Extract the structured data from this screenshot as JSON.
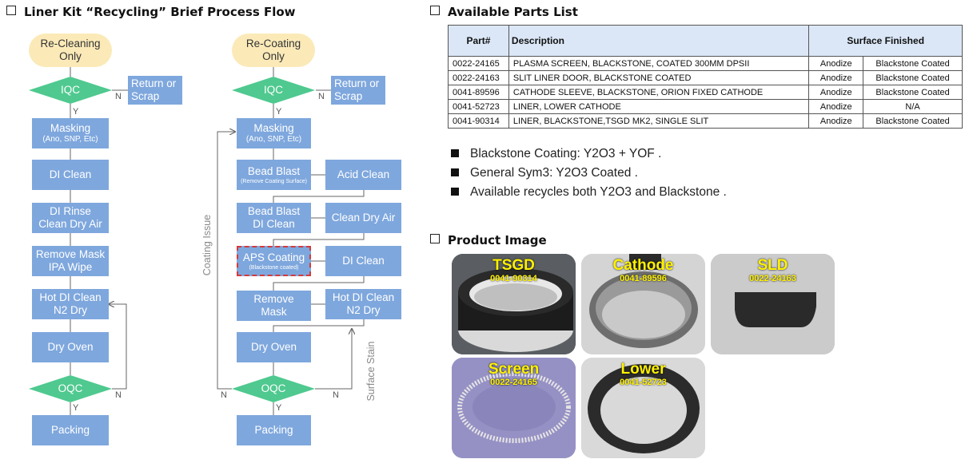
{
  "titles": {
    "flow": "Liner Kit “Recycling” Brief Process Flow",
    "parts": "Available Parts List",
    "product": "Product Image"
  },
  "flow_left": {
    "start": [
      "Re-Cleaning",
      "Only"
    ],
    "iqc": "IQC",
    "return": [
      "Return or",
      "Scrap"
    ],
    "masking": "Masking",
    "masking_sub": "(Ano, SNP, Etc)",
    "di_clean": "DI Clean",
    "di_rinse": [
      "DI Rinse",
      "Clean Dry Air"
    ],
    "remove_mask": [
      "Remove Mask",
      "IPA Wipe"
    ],
    "hot_di": [
      "Hot DI Clean",
      "N2 Dry"
    ],
    "dry_oven": "Dry Oven",
    "oqc": "OQC",
    "packing": "Packing",
    "yes": "Y",
    "no": "N"
  },
  "flow_right": {
    "start": [
      "Re-Coating",
      "Only"
    ],
    "iqc": "IQC",
    "return": [
      "Return or",
      "Scrap"
    ],
    "masking": "Masking",
    "masking_sub": "(Ano, SNP, Etc)",
    "bead_blast": "Bead Blast",
    "bead_blast_sub": "(Remove Coating Surface)",
    "acid_clean": "Acid Clean",
    "bead_blast2": [
      "Bead Blast",
      "DI Clean"
    ],
    "clean_dry_air": "Clean Dry Air",
    "aps": "APS Coating",
    "aps_sub": "(Blackstone coated)",
    "di_clean": "DI Clean",
    "remove_mask": [
      "Remove",
      "Mask"
    ],
    "hot_di": [
      "Hot DI Clean",
      "N2 Dry"
    ],
    "dry_oven": "Dry Oven",
    "oqc": "OQC",
    "packing": "Packing",
    "coating_issue": "Coating Issue",
    "surface_stain": "Surface Stain",
    "yes": "Y",
    "no": "N"
  },
  "parts_table": {
    "headers": [
      "Part#",
      "Description",
      "Surface  Finished"
    ],
    "rows": [
      [
        "0022-24165",
        "PLASMA SCREEN, BLACKSTONE, COATED 300MM DPSII",
        "Anodize",
        "Blackstone Coated"
      ],
      [
        "0022-24163",
        "SLIT LINER DOOR, BLACKSTONE COATED",
        "Anodize",
        "Blackstone Coated"
      ],
      [
        "0041-89596",
        "CATHODE SLEEVE, BLACKSTONE, ORION FIXED CATHODE",
        "Anodize",
        "Blackstone Coated"
      ],
      [
        "0041-52723",
        "LINER, LOWER CATHODE",
        "Anodize",
        "N/A"
      ],
      [
        "0041-90314",
        "LINER, BLACKSTONE,TSGD MK2, SINGLE SLIT",
        "Anodize",
        "Blackstone Coated"
      ]
    ]
  },
  "notes": [
    "Blackstone Coating: Y2O3 + YOF .",
    "General Sym3: Y2O3 Coated .",
    "Available recycles both Y2O3 and Blackstone ."
  ],
  "products": [
    {
      "name": "TSGD",
      "part": "0041-90314"
    },
    {
      "name": "Cathode",
      "part": "0041-89596"
    },
    {
      "name": "SLD",
      "part": "0022-24163"
    },
    {
      "name": "Screen",
      "part": "0022-24165"
    },
    {
      "name": "Lower",
      "part": "0041-52723"
    }
  ],
  "colors": {
    "box": "#7ea7dd",
    "diamond": "#4fc98f",
    "start": "#fbeab8",
    "label": "#fff200"
  }
}
